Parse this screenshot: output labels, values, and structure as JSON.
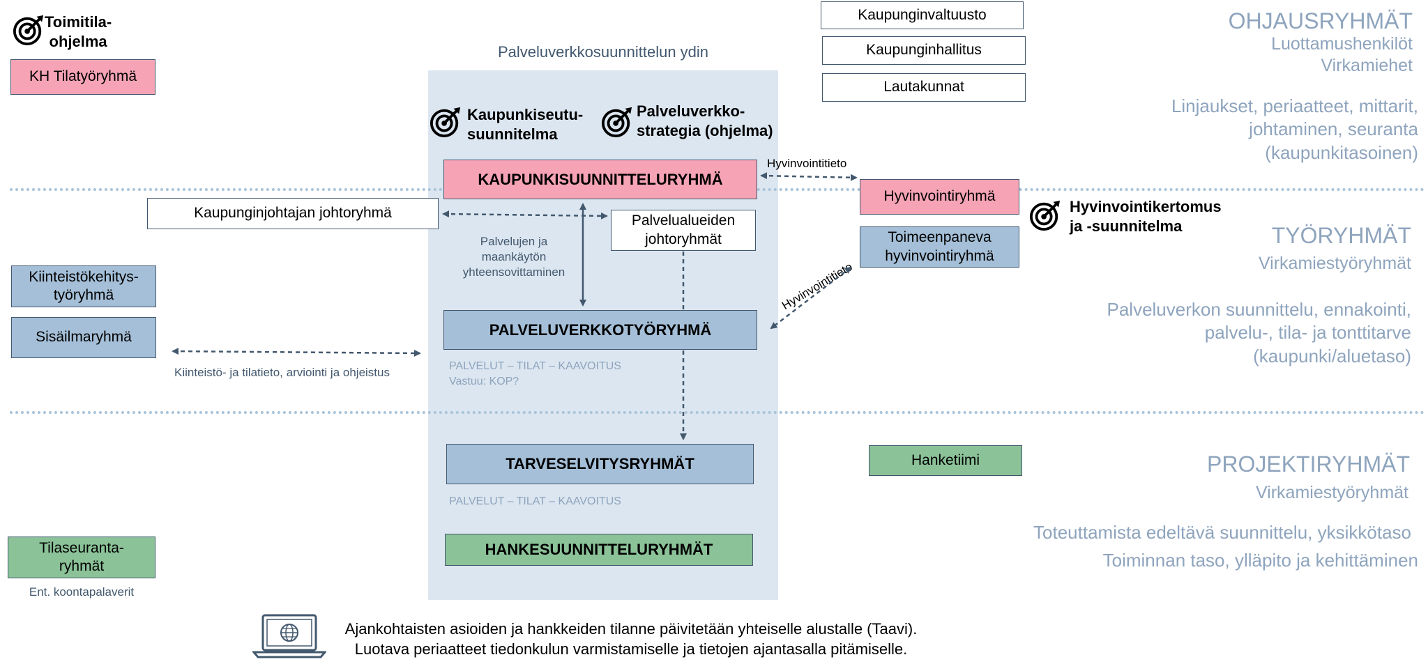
{
  "core": {
    "title": "Palveluverkkosuunnittelun ydin"
  },
  "goals": {
    "toimitila": [
      "Toimitila-",
      "ohjelma"
    ],
    "kaupunkiseutu": [
      "Kaupunkiseutu-",
      "suunnitelma"
    ],
    "palveluverkko": [
      "Palveluverkko-",
      "strategia (ohjelma)"
    ],
    "hyvinvointi": [
      "Hyvinvointikertomus",
      "ja -suunnitelma"
    ]
  },
  "boxes": {
    "kh_tilatyoryhma": "KH Tilatyöryhmä",
    "kaupunginvaltuusto": "Kaupunginvaltuusto",
    "kaupunginhallitus": "Kaupunginhallitus",
    "lautakunnat": "Lautakunnat",
    "kaupunkisuunnitteluryhma": "KAUPUNKISUUNNITTELURYHMÄ",
    "hyvinvointiryhma": "Hyvinvointiryhmä",
    "kaupunginjohtajan_johtoryhma": "Kaupunginjohtajan johtoryhmä",
    "palvelualueiden_johtoryhmat": [
      "Palvelualueiden",
      "johtoryhmät"
    ],
    "toimeenpaneva_hyvinvointiryhma": [
      "Toimeenpaneva",
      "hyvinvointiryhmä"
    ],
    "kiinteistokehitystyoryhma": [
      "Kiinteistökehitys-",
      "työryhmä"
    ],
    "sisailmaryhma": "Sisäilmaryhmä",
    "palveluverkkotyoryhma": "PALVELUVERKKOTYÖRYHMÄ",
    "tarveselvitysryhmat": "TARVESELVITYSRYHMÄT",
    "hanketiimi": "Hanketiimi",
    "hankesuunnitteluryhmat": "HANKESUUNNITTELURYHMÄT",
    "tilaseurantaryhmat": [
      "Tilaseuranta-",
      "ryhmät"
    ]
  },
  "notes": {
    "palveluverkko_scope": "PALVELUT – TILAT – KAAVOITUS",
    "palveluverkko_vastuu": "Vastuu: KOP?",
    "tarveselvitys_scope": "PALVELUT – TILAT – KAAVOITUS",
    "tilaseuranta_note": "Ent. koontapalaverit"
  },
  "edges": {
    "hyvinvointitieto_top": "Hyvinvointitieto",
    "hyvinvointitieto_diag": "Hyvinvointitieto",
    "palvelujen_maankayton": [
      "Palvelujen ja",
      "maankäytön",
      "yhteensovittaminen"
    ],
    "kiinteisto_tilatieto": "Kiinteistö- ja tilatieto, arviointi ja ohjeistus"
  },
  "right_panel": {
    "ohjaus": {
      "heading": "OHJAUSRYHMÄT",
      "sub": [
        "Luottamushenkilöt",
        "Virkamiehet"
      ],
      "desc": [
        "Linjaukset, periaatteet, mittarit,",
        "johtaminen, seuranta",
        "(kaupunkitasoinen)"
      ]
    },
    "tyo": {
      "heading": "TYÖRYHMÄT",
      "sub": [
        "Virkamiestyöryhmät"
      ],
      "desc": [
        "Palveluverkon suunnittelu, ennakointi,",
        "palvelu-, tila- ja tonttitarve",
        "(kaupunki/aluetaso)"
      ]
    },
    "projekti": {
      "heading": "PROJEKTIRYHMÄT",
      "sub": [
        "Virkamiestyöryhmät"
      ],
      "desc": [
        "Toteuttamista edeltävä suunnittelu, yksikkötaso",
        "Toiminnan taso, ylläpito ja kehittäminen"
      ]
    }
  },
  "footer": {
    "line1": "Ajankohtaisten asioiden ja hankkeiden tilanne päivitetään yhteiselle alustalle (Taavi).",
    "line2": "Luotava periaatteet tiedonkulun varmistamiselle ja tietojen ajantasalla pitämiselle."
  },
  "icons": {
    "target": "target-goal-icon",
    "laptop": "laptop-globe-icon"
  },
  "colors": {
    "pink": "#f5a3b5",
    "blue": "#a4bfd7",
    "green": "#8bc298",
    "core_bg": "#dce6f0",
    "border": "#42586e",
    "muted_text": "#8ea4bd",
    "divider": "#a9c4da"
  }
}
